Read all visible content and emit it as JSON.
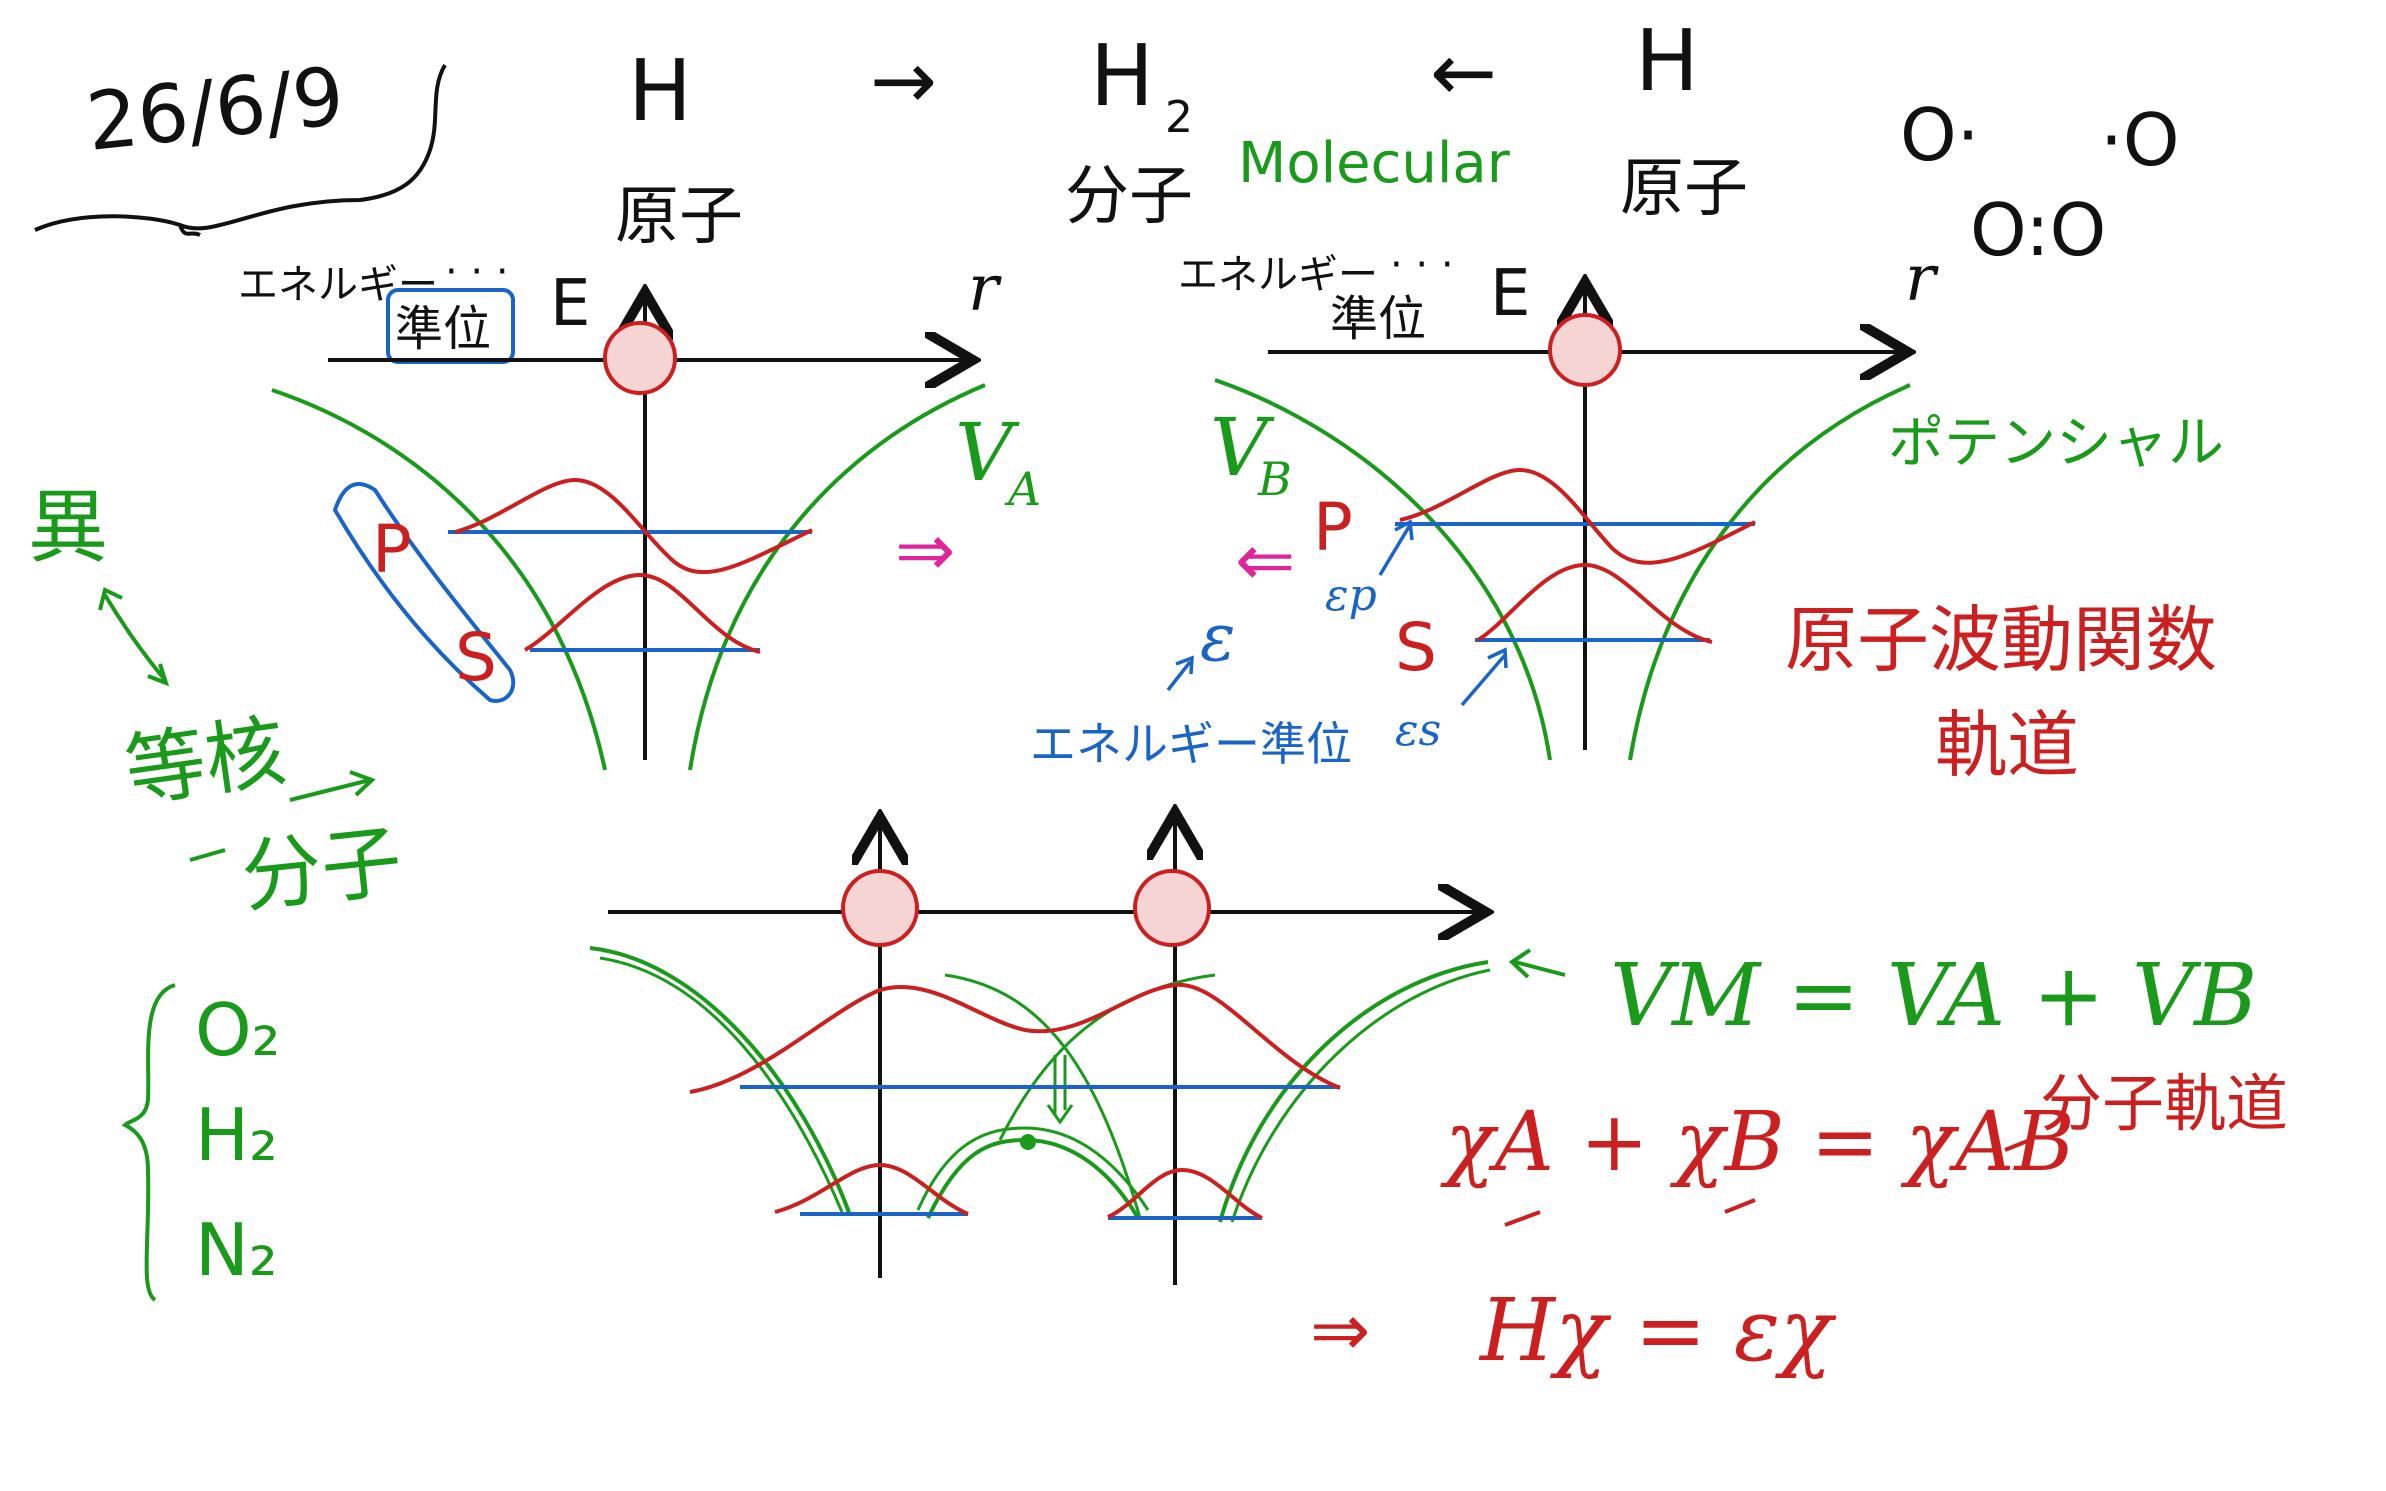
{
  "date": "26/6/9",
  "atom_h_left": "H",
  "arrow_right": "→",
  "molecule_h2": "H",
  "molecule_h2_sub": "2",
  "arrow_left": "←",
  "atom_h_right": "H",
  "atom_label_left": "原子",
  "molecule_label": "分子",
  "molecular_en": "Molecular",
  "atom_label_right": "原子",
  "o_dot_left": "O·",
  "o_dot_right": "·O",
  "o_bond": "O:O",
  "energy_label_left": "エネルギー",
  "energy_level_left": "準位",
  "axis_E": "E",
  "axis_r": "r",
  "energy_label_mid": "エネルギー",
  "energy_level_mid": "準位",
  "label_VA": "V",
  "label_VA_sub": "A",
  "label_VB": "V",
  "label_VB_sub": "B",
  "potential_label": "ポテンシャル",
  "label_P_left": "P",
  "label_S_left": "S",
  "label_P_right": "P",
  "label_S_right": "S",
  "implies_right": "⇒",
  "implies_left": "⇐",
  "eps_p": "εp",
  "eps_s": "εs",
  "eps": "ε",
  "energy_level_caption": "エネルギー準位",
  "wavefunction_line1": "原子波動関数",
  "wavefunction_line2": "軌道",
  "left_note_top": "異",
  "left_note_mid": "等核",
  "left_note_bot": "分子",
  "molecules": [
    "O₂",
    "H₂",
    "N₂"
  ],
  "eq_potential": "VM = VA + VB",
  "eq_orbital": "χA + χB = χAB",
  "eq_orbital_note": "分子軌道",
  "eq_schrodinger": "Hχ = εχ",
  "implies_bottom": "⇒",
  "colors": {
    "ink": "#111111",
    "red": "#cc1f1f",
    "green": "#1a9a1a",
    "blue": "#1a63c7",
    "magenta": "#e0249a",
    "nucleus_fill": "#f6d4d4"
  }
}
